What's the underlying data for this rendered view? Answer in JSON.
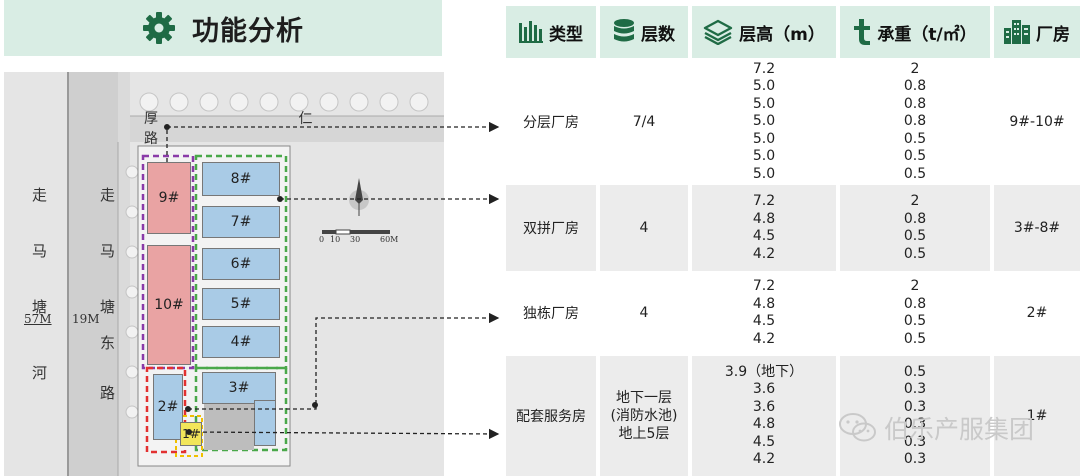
{
  "header": {
    "title": "功能分析",
    "icon": "gear-icon"
  },
  "plan": {
    "road_top": "厚 仁 路",
    "road_left_outer": [
      "走",
      "马",
      "塘",
      "河"
    ],
    "road_left_inner": [
      "走",
      "马",
      "塘",
      "东",
      "路"
    ],
    "width_outer": "57M",
    "width_inner": "19M",
    "scale_labels": [
      "0",
      "10",
      "30",
      "60M"
    ],
    "buildings": {
      "b9": "9#",
      "b10": "10#",
      "b8": "8#",
      "b7": "7#",
      "b6": "6#",
      "b5": "5#",
      "b4": "4#",
      "b3": "3#",
      "b2": "2#",
      "b1": "1#"
    }
  },
  "table": {
    "headers": [
      "类型",
      "层数",
      "层高（m）",
      "承重（t/㎡）",
      "厂房"
    ],
    "header_icons": [
      "bar-chart-icon",
      "database-icon",
      "layers-icon",
      "t-letter-icon",
      "building-icon"
    ],
    "rows": [
      {
        "type": "分层厂房",
        "floors": "7/4",
        "heights": [
          "7.2",
          "5.0",
          "5.0",
          "5.0",
          "5.0",
          "5.0",
          "5.0"
        ],
        "loads": [
          "2",
          "0.8",
          "0.8",
          "0.8",
          "0.5",
          "0.5",
          "0.5"
        ],
        "buildings": "9#-10#"
      },
      {
        "type": "双拼厂房",
        "floors": "4",
        "heights": [
          "7.2",
          "4.8",
          "4.5",
          "4.2"
        ],
        "loads": [
          "2",
          "0.8",
          "0.5",
          "0.5"
        ],
        "buildings": "3#-8#"
      },
      {
        "type": "独栋厂房",
        "floors": "4",
        "heights": [
          "7.2",
          "4.8",
          "4.5",
          "4.2"
        ],
        "loads": [
          "2",
          "0.8",
          "0.5",
          "0.5"
        ],
        "buildings": "2#"
      },
      {
        "type": "配套服务房",
        "floors": [
          "地下一层",
          "(消防水池)",
          "地上5层"
        ],
        "heights": [
          "3.9（地下）",
          "3.6",
          "3.6",
          "4.8",
          "4.5",
          "4.2"
        ],
        "loads": [
          "0.5",
          "0.3",
          "0.3",
          "0.3",
          "0.3",
          "0.3"
        ],
        "buildings": "1#"
      }
    ]
  },
  "watermark": {
    "text": "伯乐产服集团",
    "icon": "wechat-icon"
  },
  "colors": {
    "header_bg": "#d9ede4",
    "row_shade": "#ececec",
    "bld_blue": "#a9cbe6",
    "bld_red": "#e9a3a3",
    "bld_yellow": "#f2e65a",
    "purple": "#8a3aa8",
    "green": "#4aa84a",
    "red": "#e23030"
  }
}
